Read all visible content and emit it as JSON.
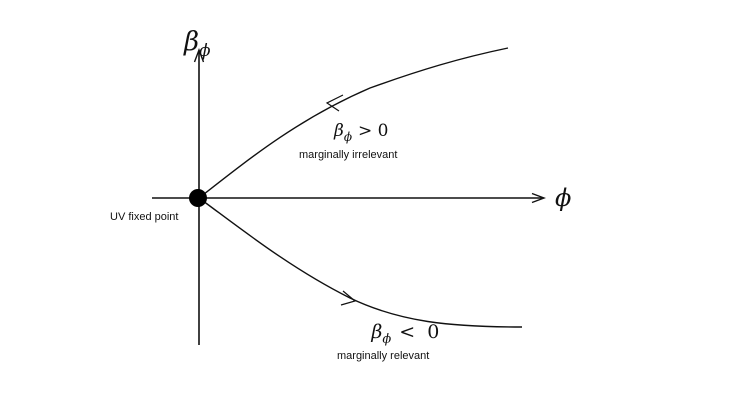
{
  "axes": {
    "y_symbol": "β",
    "y_subscript": "ϕ",
    "x_symbol": "ϕ"
  },
  "fixed_point": {
    "label": "UV fixed point"
  },
  "upper_branch": {
    "beta_symbol": "β",
    "beta_subscript": "ϕ",
    "condition": "> 0",
    "description": "marginally irrelevant"
  },
  "lower_branch": {
    "beta_symbol": "β",
    "beta_subscript": "ϕ",
    "condition": "<  0",
    "description": "marginally relevant"
  },
  "colors": {
    "ink": "#111111",
    "background": "#ffffff"
  }
}
